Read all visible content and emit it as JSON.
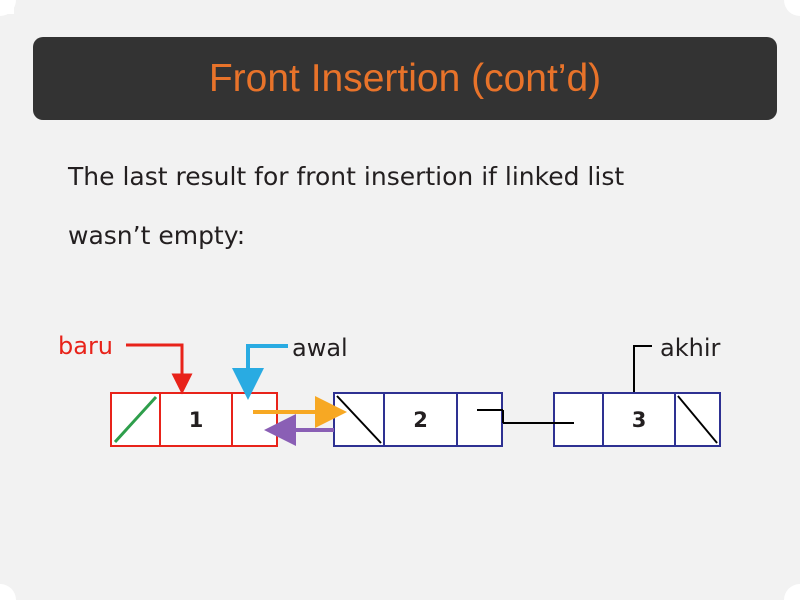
{
  "slide": {
    "background": "#f2f2f2",
    "title": "Front Insertion (cont’d)",
    "title_color": "#e8732a",
    "title_bar_color": "#333333",
    "body": [
      "The last result for front insertion if linked list",
      "wasn’t empty:"
    ]
  },
  "diagram": {
    "type": "linked-list",
    "labels": [
      {
        "text": "baru",
        "color": "#e8231a"
      },
      {
        "text": "awal",
        "color": "#231f20"
      },
      {
        "text": "akhir",
        "color": "#231f20"
      }
    ],
    "nodes": [
      {
        "id": "baru",
        "value": "1",
        "border_color": "#e8231a",
        "left_pointer": "slash-green",
        "right_pointer": "empty"
      },
      {
        "id": "two",
        "value": "2",
        "border_color": "#2e3192",
        "left_pointer": "slash-black",
        "right_pointer": "empty"
      },
      {
        "id": "three",
        "value": "3",
        "border_color": "#2e3192",
        "left_pointer": "empty",
        "right_pointer": "slash-black"
      }
    ],
    "arrows": [
      {
        "name": "baru-pointer-arrow",
        "color": "#e8231a",
        "from": "baru-label",
        "to": "node-baru-value"
      },
      {
        "name": "awal-pointer-arrow",
        "color": "#29abe2",
        "from": "awal-label",
        "to": "node-baru-right"
      },
      {
        "name": "next-link-arrow",
        "color": "#f7a823",
        "from": "node-baru-right",
        "to": "node-two-left"
      },
      {
        "name": "prev-link-arrow",
        "color": "#8a5fb5",
        "from": "node-two-left",
        "to": "node-baru-right"
      },
      {
        "name": "node2-node3-link",
        "color": "#000000",
        "from": "node-two-right",
        "to": "node-three-left"
      },
      {
        "name": "akhir-pointer-arrow",
        "color": "#000000",
        "from": "akhir-label",
        "to": "node-three-value"
      }
    ]
  }
}
